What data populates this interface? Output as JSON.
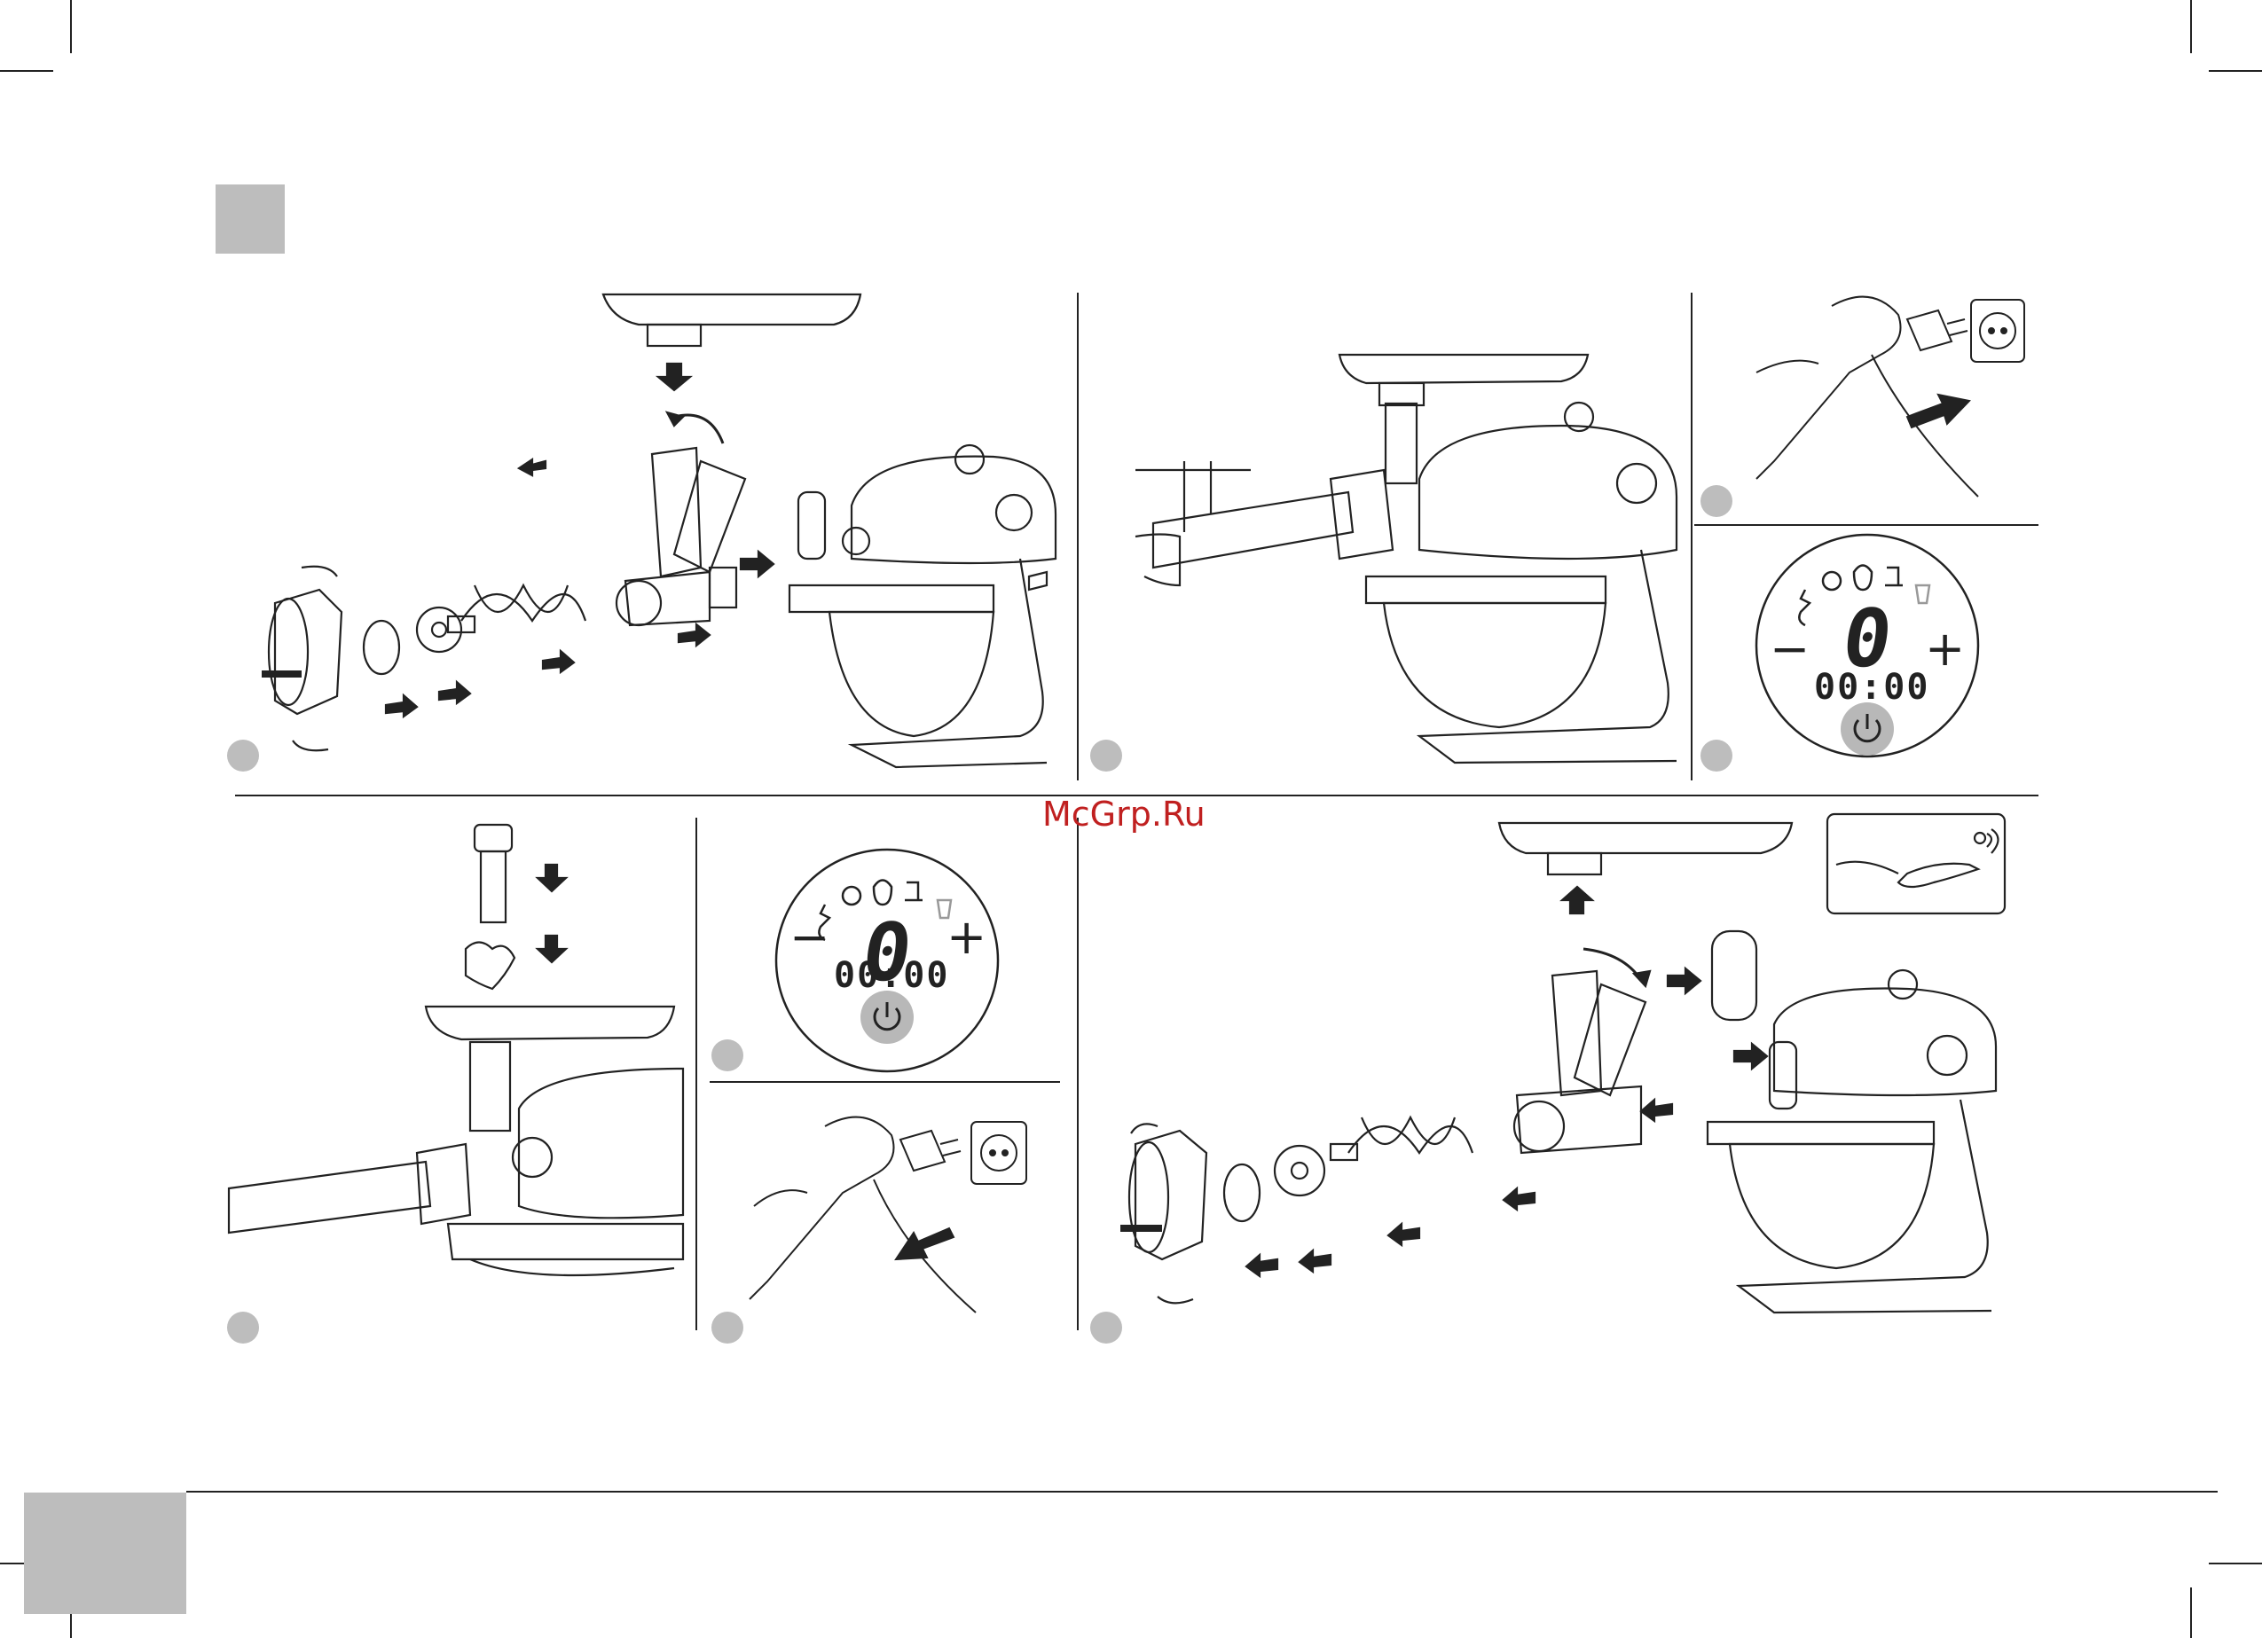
{
  "watermark": "McGrp.Ru",
  "display_panels": [
    {
      "value": "0",
      "time": "00:00",
      "minus": "−",
      "plus": "+"
    },
    {
      "value": "0",
      "time": "00:00",
      "minus": "−",
      "plus": "+"
    }
  ],
  "colors": {
    "line": "#222222",
    "badge": "#bdbdbd",
    "watermark": "#c02020",
    "power_button": "#b8b8b8"
  },
  "icons": [
    "hook-icon",
    "flat-beater-icon",
    "whisk-icon",
    "mincer-icon",
    "blender-icon",
    "power-icon",
    "plug-icon",
    "socket-icon",
    "arrow-icon"
  ]
}
